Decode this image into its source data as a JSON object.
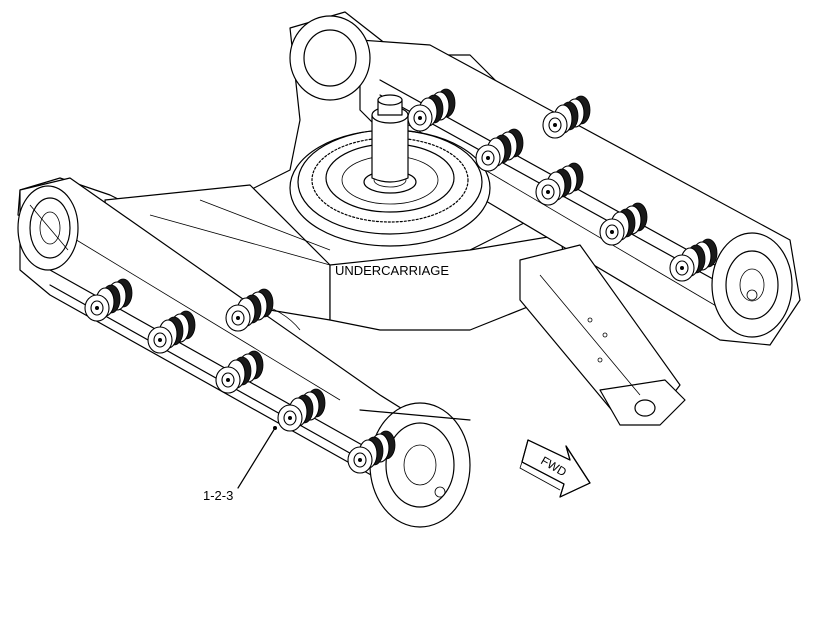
{
  "diagram": {
    "assembly_label": "UNDERCARRIAGE",
    "callout_label": "1-2-3",
    "direction_label": "FWD"
  }
}
